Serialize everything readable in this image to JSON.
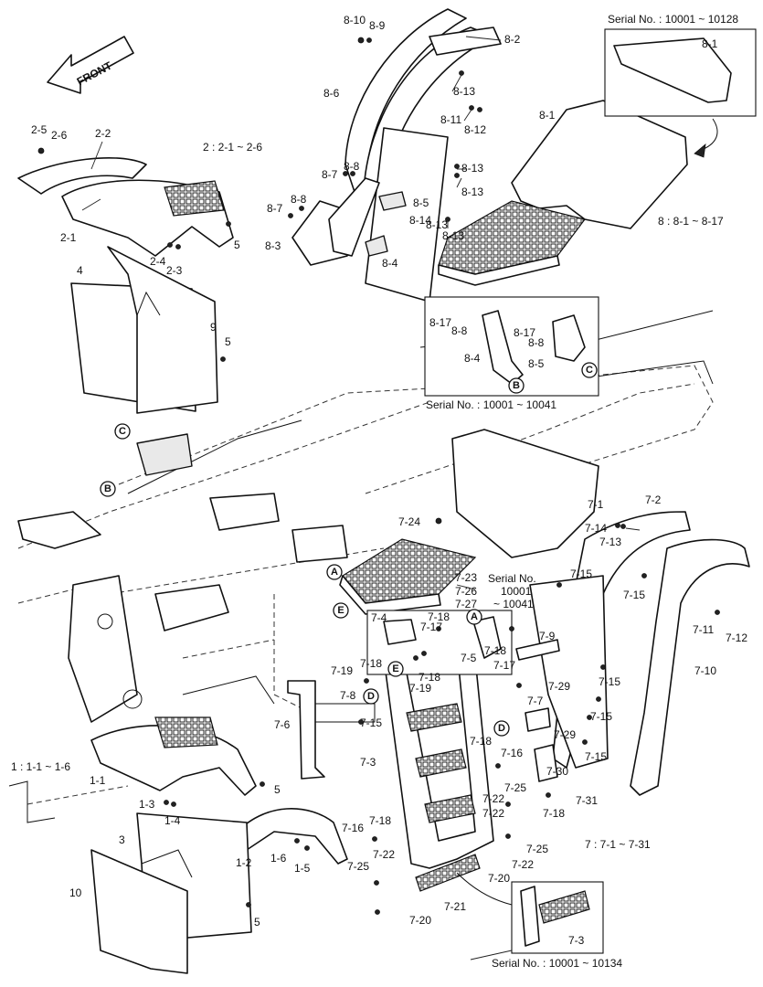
{
  "direction_arrow": {
    "label": "FRONT"
  },
  "notes": [
    {
      "id": "note-group-2",
      "text": "2  : 2-1 ~ 2-6"
    },
    {
      "id": "note-group-8",
      "text": "8  : 8-1 ~ 8-17"
    },
    {
      "id": "note-group-1",
      "text": "1  : 1-1 ~ 1-6"
    },
    {
      "id": "note-group-7",
      "text": "7  : 7-1 ~ 7-31"
    }
  ],
  "serial_notes": [
    {
      "id": "serial-top-right",
      "text": "Serial No. : 10001 ~ 10128"
    },
    {
      "id": "serial-mid",
      "text": "Serial No. : 10001 ~ 10041"
    },
    {
      "id": "serial-step-a",
      "text": "Serial No."
    },
    {
      "id": "serial-step-b",
      "text": "10001"
    },
    {
      "id": "serial-step-c",
      "text": "~ 10041"
    },
    {
      "id": "serial-bottom",
      "text": "Serial No. : 10001 ~ 10134"
    }
  ],
  "circle_refs": [
    "A",
    "B",
    "C",
    "D",
    "E"
  ],
  "part_labels": [
    "8-10",
    "8-9",
    "8-2",
    "8-1",
    "8-6",
    "8-13",
    "8-11",
    "8-12",
    "8-13",
    "8-7",
    "8-8",
    "8-13",
    "8-13",
    "8-8",
    "8-7",
    "8-5",
    "8-14",
    "8-13",
    "8-3",
    "8-4",
    "8-17",
    "8-8",
    "8-17",
    "8-8",
    "8-4",
    "8-5",
    "2-5",
    "2-6",
    "2-2",
    "2-1",
    "2-4",
    "2-3",
    "5",
    "4",
    "9",
    "5",
    "7-24",
    "7-1",
    "7-2",
    "7-14",
    "7-13",
    "7-15",
    "7-15",
    "7-11",
    "7-12",
    "7-10",
    "7-23",
    "7-26",
    "7-27",
    "7-4",
    "7-18",
    "7-17",
    "7-5",
    "7-18",
    "7-17",
    "7-9",
    "7-29",
    "7-15",
    "7-18",
    "7-19",
    "7-19",
    "7-18",
    "7-8",
    "7-15",
    "7-6",
    "7-7",
    "7-15",
    "7-29",
    "7-15",
    "7-3",
    "7-18",
    "7-16",
    "7-30",
    "7-25",
    "7-22",
    "7-31",
    "7-18",
    "7-16",
    "7-18",
    "7-22",
    "7-25",
    "7-22",
    "7-20",
    "7-21",
    "7-25",
    "7-22",
    "7-20",
    "7-3",
    "1-1",
    "1-3",
    "1-4",
    "5",
    "3",
    "1-2",
    "1-6",
    "1-5",
    "10",
    "5",
    "8-1"
  ]
}
